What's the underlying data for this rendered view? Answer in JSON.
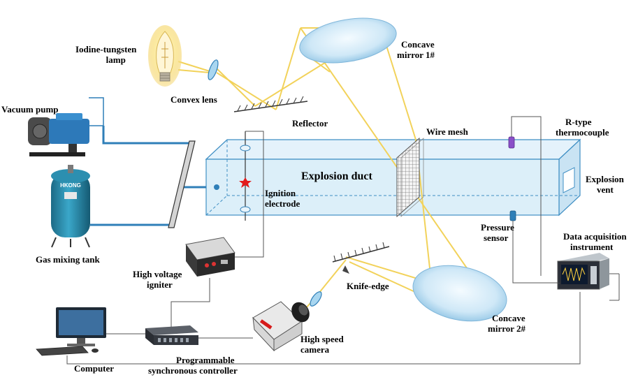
{
  "labels": {
    "iodine_lamp": [
      "Iodine-tungsten",
      "lamp"
    ],
    "convex_lens": "Convex lens",
    "vacuum_pump": "Vacuum pump",
    "reflector": "Reflector",
    "concave_mirror_1": [
      "Concave",
      "mirror 1#"
    ],
    "wire_mesh": "Wire mesh",
    "r_type_thermocouple": [
      "R-type",
      "thermocouple"
    ],
    "explosion_duct": "Explosion duct",
    "explosion_vent": [
      "Explosion",
      "vent"
    ],
    "ignition_electrode": [
      "Ignition",
      "electrode"
    ],
    "gas_mixing_tank": "Gas mixing tank",
    "pressure_sensor": [
      "Pressure",
      "sensor"
    ],
    "data_acquisition": [
      "Data acquisition",
      "instrument"
    ],
    "high_voltage_igniter": [
      "High voltage",
      "igniter"
    ],
    "knife_edge": "Knife-edge",
    "concave_mirror_2": [
      "Concave",
      "mirror 2#"
    ],
    "computer": "Computer",
    "high_speed_camera": [
      "High speed",
      "camera"
    ],
    "programmable_controller": [
      "Programmable",
      "synchronous controller"
    ],
    "tank_brand": "HKONG"
  },
  "colors": {
    "light_beam": "#f2d25a",
    "duct_fill": "#d6ecf8",
    "duct_edge": "#3f8fc4",
    "pipe": "#2f7fb8",
    "mirror": "#bfe0f4",
    "wire": "#555555"
  }
}
